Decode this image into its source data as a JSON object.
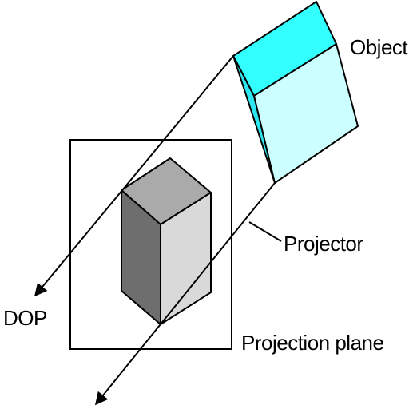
{
  "labels": {
    "object": "Object",
    "projector": "Projector",
    "dop": "DOP",
    "projection_plane": "Projection plane"
  },
  "colors": {
    "object_top": "#33ffff",
    "object_side": "#2ee6ee",
    "object_front": "#ccffff",
    "projection_top": "#aaaaaa",
    "projection_side": "#6e6e6e",
    "projection_front": "#d9d9d9",
    "stroke": "#000000"
  }
}
